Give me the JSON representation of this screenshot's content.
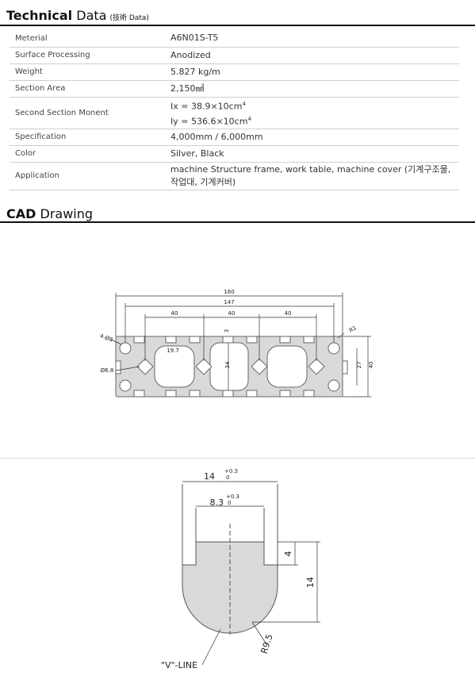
{
  "technical": {
    "title_main": "Technical",
    "title_rest": " Data",
    "title_sub": "(技術 Data)",
    "rows": [
      {
        "label": "Meterial",
        "value": "A6N01S-T5"
      },
      {
        "label": "Surface Processing",
        "value": "Anodized"
      },
      {
        "label": "Weight",
        "value": "5.827 kg/m"
      },
      {
        "label": "Section Area",
        "value": "2,150㎟"
      },
      {
        "label": "Second Section Monent",
        "value": "Ix = 38.9×10cm",
        "value_sup": "4",
        "value2": "Iy = 536.6×10cm",
        "value2_sup": "4"
      },
      {
        "label": "Specification",
        "value": "4,000mm / 6,000mm"
      },
      {
        "label": "Color",
        "value": "Silver, Black"
      },
      {
        "label": "Application",
        "value": "machine Structure frame, work table, machine cover (기계구조물, 작업대, 기계커버)"
      }
    ]
  },
  "cad": {
    "title_main": "CAD",
    "title_rest": " Drawing"
  },
  "profile_drawing": {
    "dim_total_width": "160",
    "dim_hole_span": "147",
    "dim_pitch_1": "40",
    "dim_pitch_2": "40",
    "dim_pitch_3": "40",
    "dim_slot_3": "3",
    "dim_radius": "R1",
    "dim_holes": "4-Ø8",
    "dim_inner_width": "19.7",
    "dim_center_hole": "Ø6.8",
    "dim_height_34": "34",
    "dim_height_27": "27",
    "dim_height_40": "40"
  },
  "slot_drawing": {
    "dim_outer_width": "14",
    "dim_outer_tol_upper": "+0.3",
    "dim_outer_tol_lower": "0",
    "dim_inner_width": "8.3",
    "dim_inner_tol_upper": "+0.3",
    "dim_inner_tol_lower": "0",
    "dim_depth_4": "4",
    "dim_depth_14": "14",
    "dim_radius": "R9.5",
    "v_line_label": "\"V\"-LINE"
  },
  "colors": {
    "profile_fill": "#d9d9d9",
    "rule": "#111111",
    "row_border": "#cfcfcf"
  }
}
